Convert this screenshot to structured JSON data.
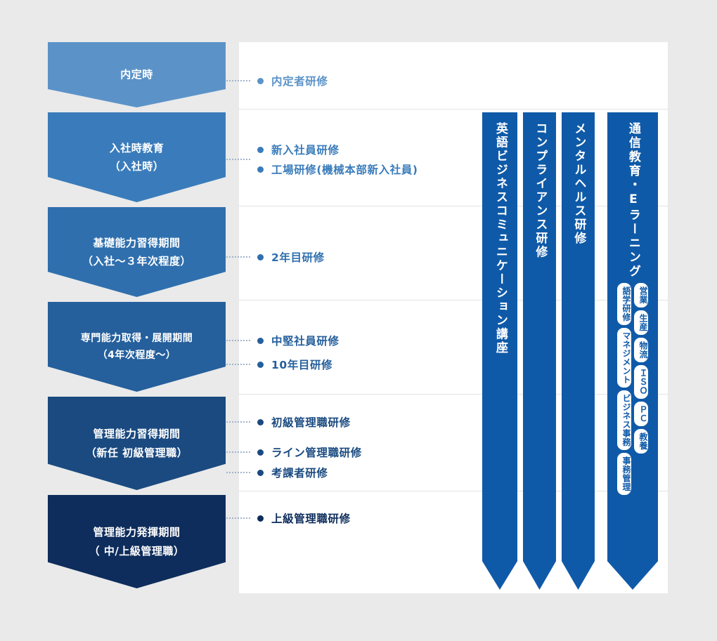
{
  "theme": {
    "background": "#eaeaea",
    "panel_bg": "#ffffff",
    "divider": "#e3e3e3",
    "bar_blue": "#0f5aa8",
    "connector": "#9fb4cc",
    "stage_colors": [
      "#5b93c8",
      "#3a7cbb",
      "#2f6fae",
      "#255f9c",
      "#1a4a80",
      "#0e2d5c"
    ],
    "bullet_colors": [
      "#5b93c8",
      "#3a7cbb",
      "#2f6fae",
      "#255f9c",
      "#1a4a80",
      "#0e2d5c"
    ]
  },
  "stages": [
    {
      "lines": [
        "内定時"
      ]
    },
    {
      "lines": [
        "入社時教育",
        "（入社時）"
      ]
    },
    {
      "lines": [
        "基礎能力習得期間",
        "（入社〜３年次程度）"
      ]
    },
    {
      "lines": [
        "専門能力取得・展開期間",
        "（4年次程度〜）"
      ]
    },
    {
      "lines": [
        "管理能力習得期間",
        "（新任 初級管理職）"
      ]
    },
    {
      "lines": [
        "管理能力発揮期間",
        "（ 中/上級管理職）"
      ]
    }
  ],
  "courses": [
    {
      "label": "内定者研修"
    },
    {
      "label": "新入社員研修"
    },
    {
      "label": "工場研修(機械本部新入社員)"
    },
    {
      "label": "2年目研修"
    },
    {
      "label": "中堅社員研修"
    },
    {
      "label": "10年目研修"
    },
    {
      "label": "初級管理職研修"
    },
    {
      "label": "ライン管理職研修"
    },
    {
      "label": "考課者研修"
    },
    {
      "label": "上級管理職研修"
    }
  ],
  "bars": [
    {
      "title": "英語ビジネスコミュニケーション講座"
    },
    {
      "title": "コンプライアンス研修"
    },
    {
      "title": "メンタルヘルス研修"
    },
    {
      "title": "通信教育・Eラーニング"
    }
  ],
  "bar_tags": {
    "column_left": [
      "語学研修",
      "マネジメント",
      "ビジネス事務",
      "事務管理"
    ],
    "column_right": [
      "営業",
      "生産",
      "物流",
      "ＩＳＯ",
      "ＰＣ",
      "教養"
    ]
  }
}
